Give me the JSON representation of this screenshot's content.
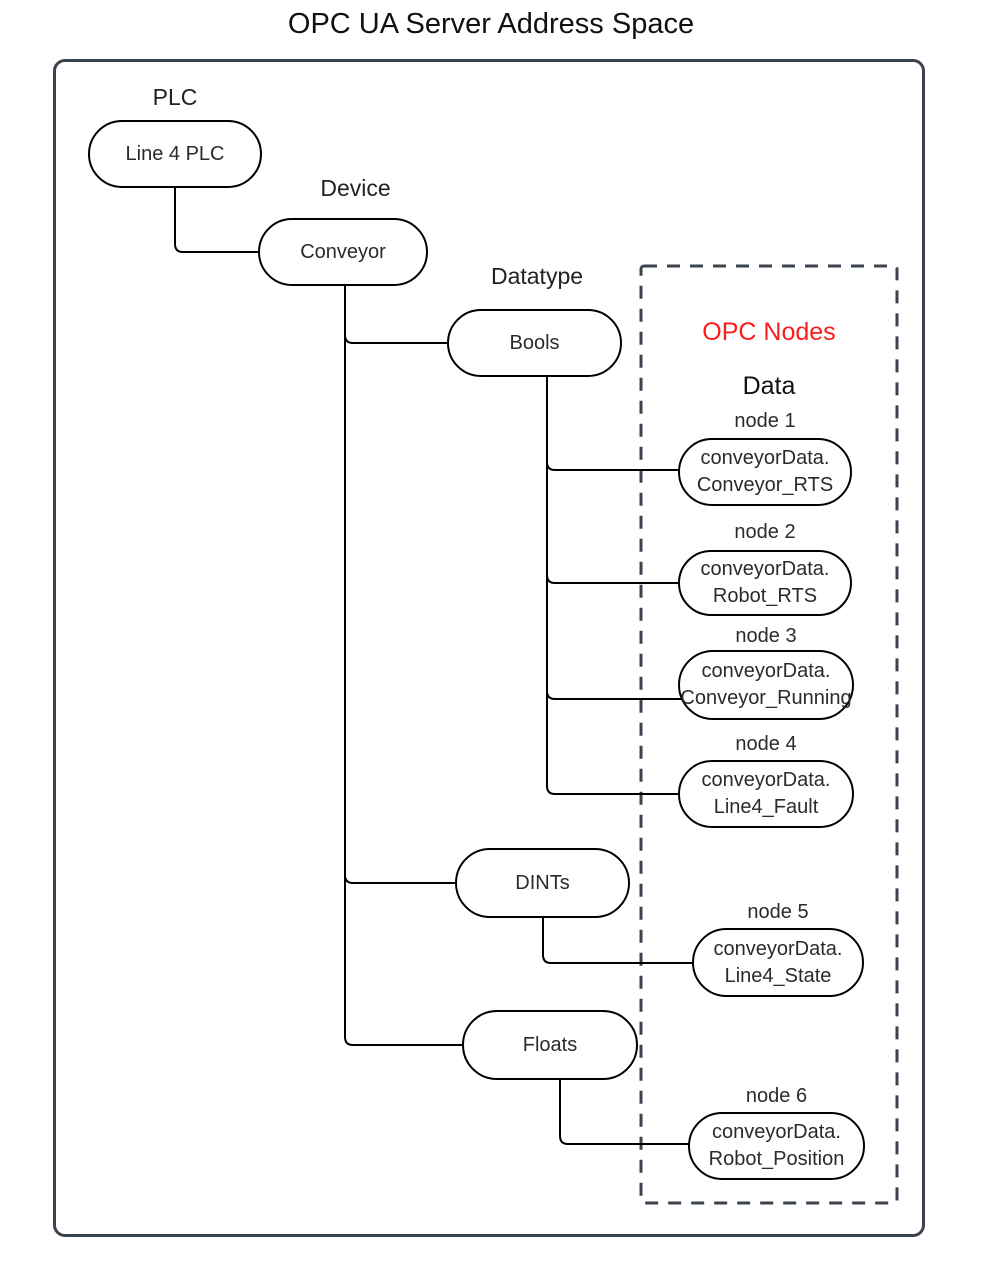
{
  "title": "OPC UA Server Address Space",
  "colors": {
    "outer_border": "#3b434f",
    "dashed_border": "#3b434f",
    "node_stroke": "#000000",
    "accent_red": "#fb1c1c",
    "background": "#ffffff"
  },
  "labels": {
    "plc": "PLC",
    "device": "Device",
    "datatype": "Datatype"
  },
  "tree_nodes": {
    "plc": "Line 4 PLC",
    "device": "Conveyor",
    "datatypes": [
      "Bools",
      "DINTs",
      "Floats"
    ]
  },
  "opc_box": {
    "heading": "OPC Nodes",
    "subheading": "Data",
    "nodes": [
      {
        "label": "node 1",
        "line1": "conveyorData.",
        "line2": "Conveyor_RTS"
      },
      {
        "label": "node 2",
        "line1": "conveyorData.",
        "line2": "Robot_RTS"
      },
      {
        "label": "node 3",
        "line1": "conveyorData.",
        "line2": "Conveyor_Running"
      },
      {
        "label": "node 4",
        "line1": "conveyorData.",
        "line2": "Line4_Fault"
      },
      {
        "label": "node 5",
        "line1": "conveyorData.",
        "line2": "Line4_State"
      },
      {
        "label": "node 6",
        "line1": "conveyorData.",
        "line2": "Robot_Position"
      }
    ]
  }
}
